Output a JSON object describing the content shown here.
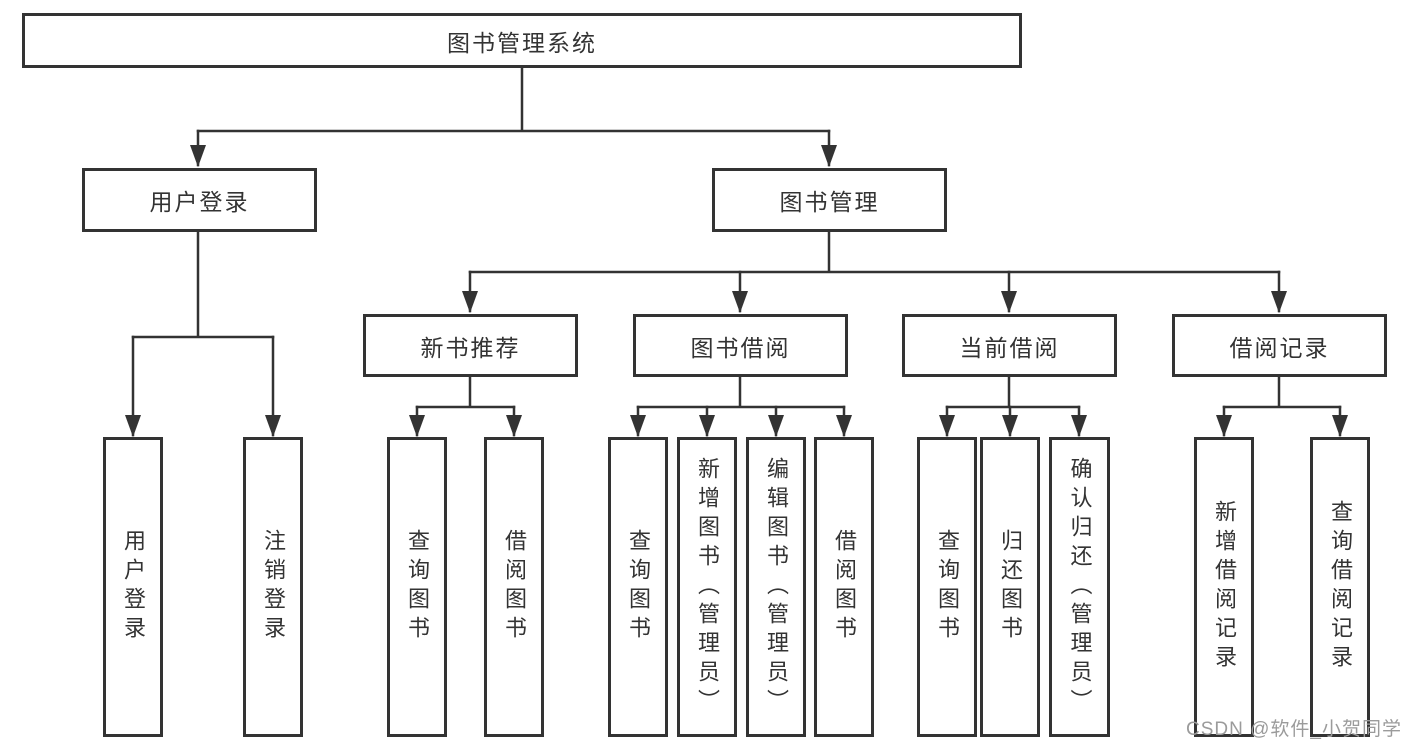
{
  "diagram": {
    "type": "hierarchy-tree",
    "tree": {
      "label": "图书管理系统",
      "children": [
        {
          "label": "用户登录",
          "children": [
            {
              "label": "用户登录"
            },
            {
              "label": "注销登录"
            }
          ]
        },
        {
          "label": "图书管理",
          "children": [
            {
              "label": "新书推荐",
              "children": [
                {
                  "label": "查询图书"
                },
                {
                  "label": "借阅图书"
                }
              ]
            },
            {
              "label": "图书借阅",
              "children": [
                {
                  "label": "查询图书"
                },
                {
                  "label": "新增图书（管理员）"
                },
                {
                  "label": "编辑图书（管理员）"
                },
                {
                  "label": "借阅图书"
                }
              ]
            },
            {
              "label": "当前借阅",
              "children": [
                {
                  "label": "查询图书"
                },
                {
                  "label": "归还图书"
                },
                {
                  "label": "确认归还（管理员）"
                }
              ]
            },
            {
              "label": "借阅记录",
              "children": [
                {
                  "label": "新增借阅记录"
                },
                {
                  "label": "查询借阅记录"
                }
              ]
            }
          ]
        }
      ]
    }
  },
  "watermark": {
    "text": "CSDN @软件_小贺同学"
  },
  "colors": {
    "line": "#333333",
    "text": "#333333",
    "box_background": "#ffffff",
    "page_background": "#ffffff",
    "watermark": "#9b9b9b"
  }
}
